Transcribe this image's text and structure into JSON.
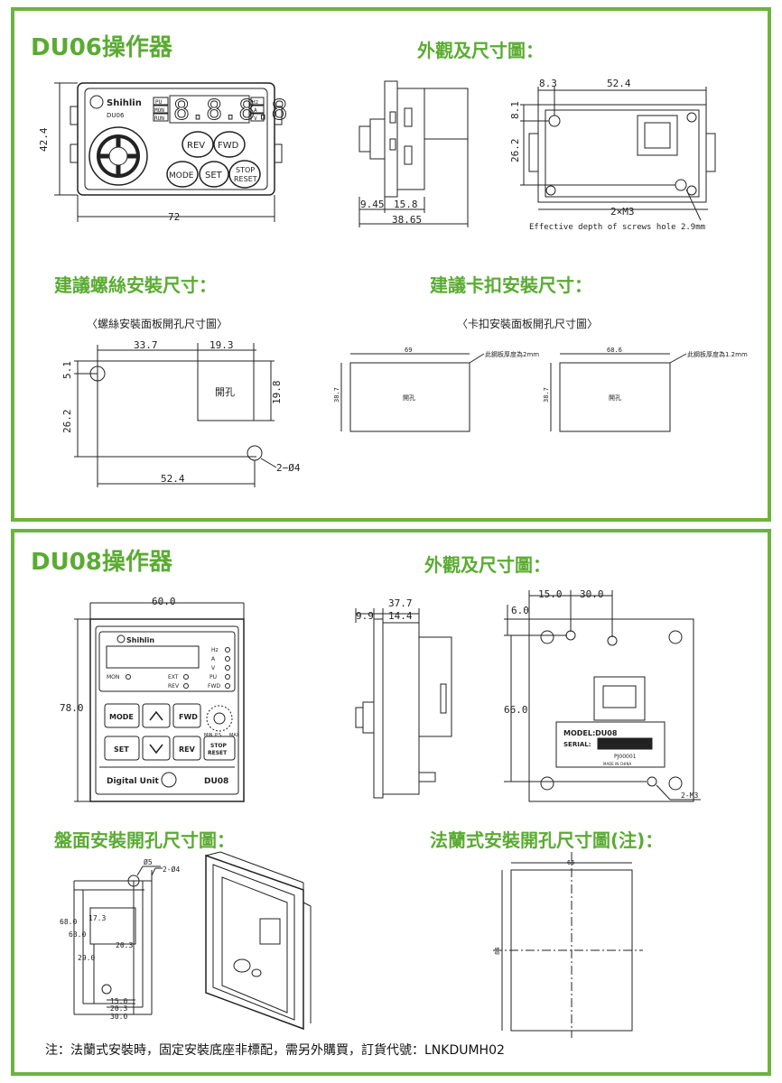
{
  "du06": {
    "title": "DU06操作器",
    "appearance_title": "外觀及尺寸圖：",
    "screw_title": "建議螺絲安裝尺寸：",
    "clip_title": "建議卡扣安裝尺寸：",
    "front": {
      "brand": "Shihlin",
      "model": "DU06",
      "leds_left": [
        "PU",
        "MON",
        "RUN"
      ],
      "leds_right": [
        "Hz",
        "A",
        "V"
      ],
      "display": "8.8.8.8",
      "buttons": {
        "rev": "REV",
        "fwd": "FWD",
        "mode": "MODE",
        "set": "SET",
        "stop": "STOP",
        "reset": "RESET"
      },
      "dim_height": "42.4",
      "dim_width": "72"
    },
    "side": {
      "d1": "9.45",
      "d2": "15.8",
      "d3": "38.65"
    },
    "back": {
      "d1": "8.3",
      "d2": "52.4",
      "d3": "8.1",
      "d4": "26.2",
      "screw": "2×M3",
      "note": "Effective depth of screws hole 2.9mm"
    },
    "screw_drawing": {
      "caption": "〈螺絲安裝面板開孔尺寸圖〉",
      "d1": "33.7",
      "d2": "19.3",
      "d3": "5.1",
      "d4": "26.2",
      "d5": "19.8",
      "d6": "52.4",
      "hole_label": "開孔",
      "holes": "2−Ø4"
    },
    "clip_drawing": {
      "caption": "〈卡扣安裝面板開孔尺寸圖〉",
      "left": {
        "width": "69",
        "height": "38.7",
        "hole": "開孔",
        "note": "此鋼板厚度為2mm"
      },
      "right": {
        "width": "68.6",
        "height": "38.7",
        "hole": "開孔",
        "note": "此鋼板厚度為1.2mm"
      }
    }
  },
  "du08": {
    "title": "DU08操作器",
    "appearance_title": "外觀及尺寸圖：",
    "panel_title": "盤面安裝開孔尺寸圖：",
    "flange_title": "法蘭式安裝開孔尺寸圖(注)：",
    "front": {
      "brand": "Shihlin",
      "indicators": [
        "Hz",
        "A",
        "V",
        "MON",
        "EXT",
        "PU",
        "REV",
        "FWD"
      ],
      "buttons": {
        "mode": "MODE",
        "fwd": "FWD",
        "set": "SET",
        "rev": "REV",
        "stop": "STOP",
        "reset": "RESET"
      },
      "knob_labels": [
        "MIN",
        "P.S.",
        "MAX"
      ],
      "bottom_left": "Digital Unit",
      "bottom_right": "DU08",
      "dim_width": "60.0",
      "dim_height": "78.0"
    },
    "side": {
      "d1": "37.7",
      "d2": "9.9",
      "d3": "14.4"
    },
    "back": {
      "d1": "15.0",
      "d2": "30.0",
      "d3": "6.0",
      "d4": "66.0",
      "screw": "2-M3",
      "model": "MODEL:DU08",
      "serial": "SERIAL:",
      "serial_no": "PJ00001",
      "made": "MADE IN CHINA"
    },
    "panel_drawing": {
      "d1": "Ø5",
      "d2": "2-Ø4",
      "d3": "68.0",
      "d4": "17.3",
      "d5": "63.0",
      "d6": "20.3",
      "d7": "29.0",
      "d8": "15.0",
      "d9": "20.3",
      "d10": "30.0"
    },
    "flange_drawing": {
      "width": "66",
      "height": "84"
    },
    "footnote": "注：法蘭式安裝時，固定安裝底座非標配，需另外購買，訂貨代號：LNKDUMH02"
  }
}
